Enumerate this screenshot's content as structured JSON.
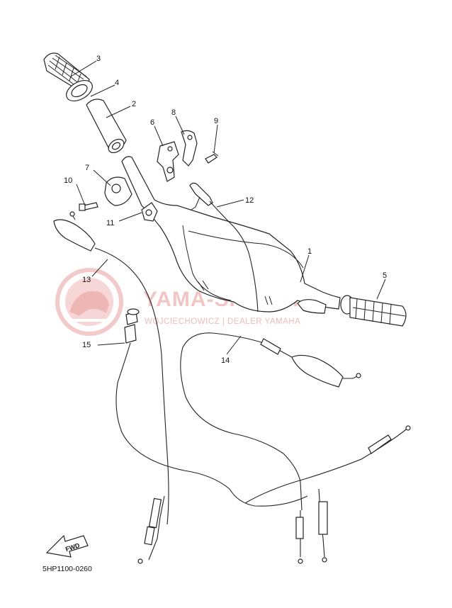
{
  "watermark": {
    "brand": "YAMA-SKLEP.PL",
    "subtitle": "WOJCIECHOWICZ | DEALER YAMAHA"
  },
  "diagram_code": "5HP1100-0260",
  "fwd_label": "FWD",
  "callouts": {
    "c1": "1",
    "c2": "2",
    "c3": "3",
    "c4": "4",
    "c5": "5",
    "c6": "6",
    "c7": "7",
    "c8": "8",
    "c9": "9",
    "c10": "10",
    "c11": "11",
    "c12": "12",
    "c13": "13",
    "c14": "14",
    "c15": "15"
  }
}
